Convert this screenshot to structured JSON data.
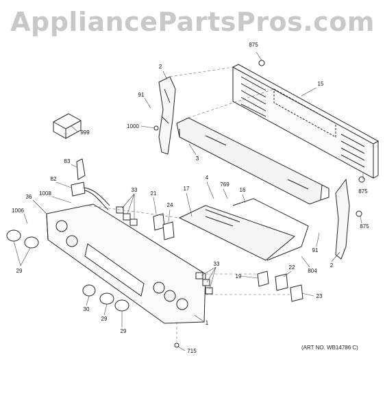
{
  "watermark": "AppliancePartsPros.com",
  "art_number": "(ART NO. WB14786 C)",
  "callouts": [
    "875",
    "2",
    "15",
    "91",
    "999",
    "1000",
    "3",
    "83",
    "82",
    "1008",
    "36",
    "1006",
    "29",
    "33",
    "21",
    "24",
    "17",
    "4",
    "769",
    "16",
    "875",
    "875",
    "91",
    "2",
    "804",
    "33",
    "19",
    "22",
    "23",
    "30",
    "29",
    "29",
    "1",
    "715"
  ]
}
